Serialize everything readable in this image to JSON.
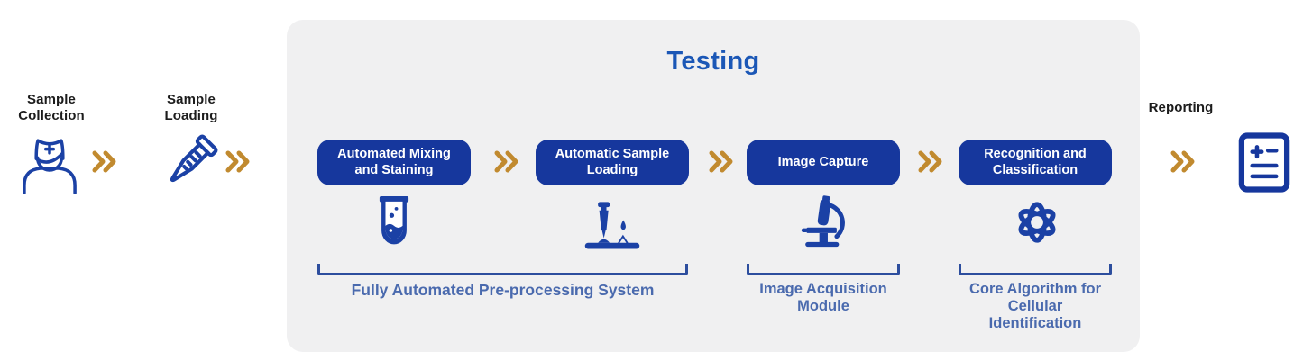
{
  "flow": {
    "pre_steps": [
      {
        "label": "Sample Collection",
        "icon": "nurse-icon"
      },
      {
        "label": "Sample Loading",
        "icon": "sample-tube-icon"
      }
    ],
    "testing_panel": {
      "title": "Testing",
      "steps": [
        {
          "label": "Automated Mixing and Staining",
          "icon": "test-tube-icon"
        },
        {
          "label": "Automatic Sample Loading",
          "icon": "pipette-icon"
        },
        {
          "label": "Image Capture",
          "icon": "microscope-icon"
        },
        {
          "label": "Recognition and Classification",
          "icon": "atom-icon"
        }
      ],
      "groups": [
        {
          "label": "Fully Automated Pre-processing System"
        },
        {
          "label": "Image Acquisition Module"
        },
        {
          "label": "Core Algorithm for Cellular Identification"
        }
      ]
    },
    "post_step": {
      "label": "Reporting",
      "icon": "report-icon"
    },
    "connector_icon": "double-chevron-icon"
  },
  "colors": {
    "pill_navy": "#16379d",
    "icon_navy": "#1b41a5",
    "bracket_navy": "#2d4e9e",
    "title_blue": "#1b57b6",
    "group_label_blue": "#4a6aae",
    "chevron_gold": "#c18a2f",
    "panel_bg": "#f0f0f1",
    "text_black": "#1c1c1c"
  }
}
